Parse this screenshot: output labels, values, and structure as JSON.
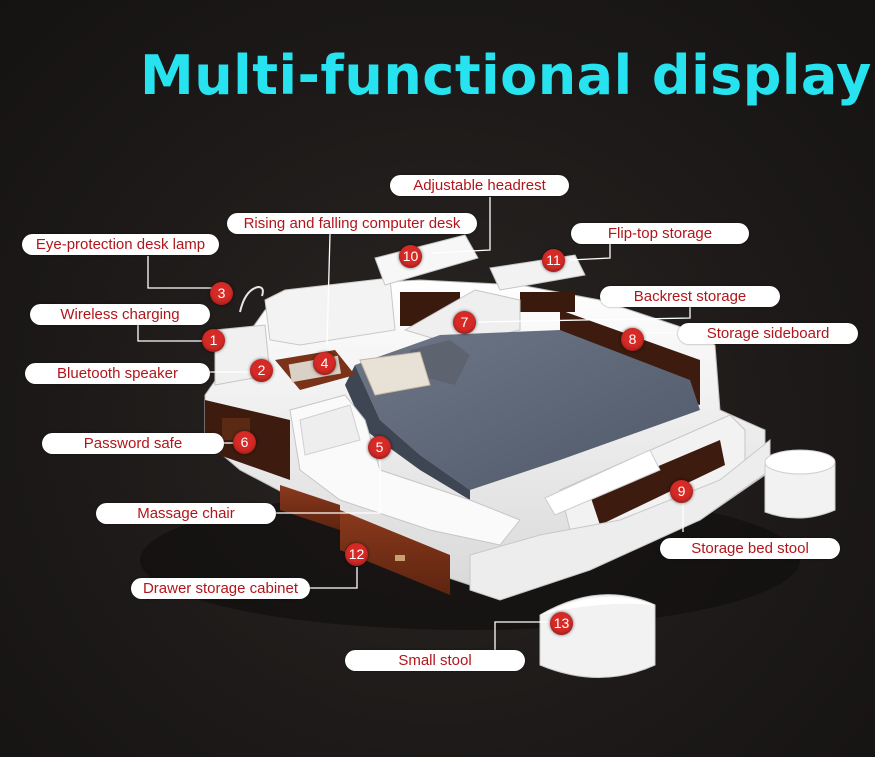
{
  "title": "Multi-functional display",
  "features": [
    {
      "num": "1",
      "label": "Wireless charging"
    },
    {
      "num": "2",
      "label": "Bluetooth speaker"
    },
    {
      "num": "3",
      "label": "Eye-protection desk lamp"
    },
    {
      "num": "4",
      "label": "Rising and falling computer desk"
    },
    {
      "num": "5",
      "label": "Massage chair"
    },
    {
      "num": "6",
      "label": "Password safe"
    },
    {
      "num": "7",
      "label": "Backrest storage"
    },
    {
      "num": "8",
      "label": "Storage sideboard"
    },
    {
      "num": "9",
      "label": "Storage bed stool"
    },
    {
      "num": "10",
      "label": "Adjustable headrest"
    },
    {
      "num": "11",
      "label": "Flip-top storage"
    },
    {
      "num": "12",
      "label": "Drawer storage cabinet"
    },
    {
      "num": "13",
      "label": "Small stool"
    }
  ]
}
